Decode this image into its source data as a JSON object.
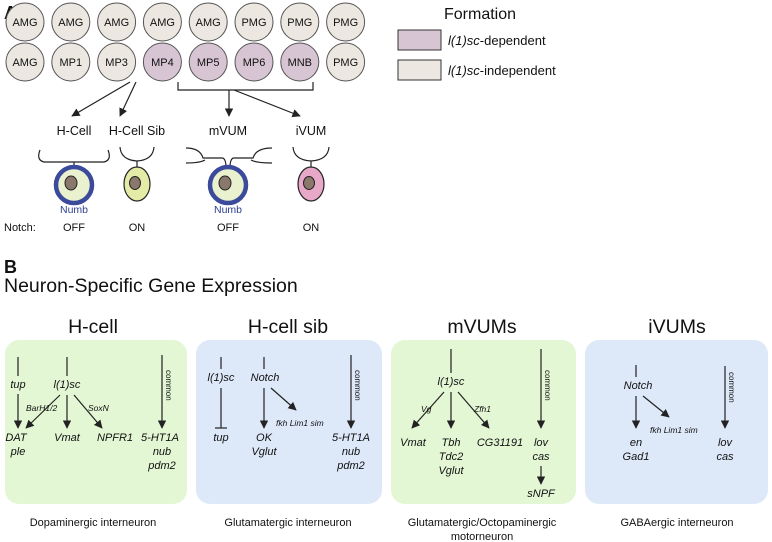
{
  "panelA": {
    "letter": "A",
    "row1": [
      "AMG",
      "AMG",
      "AMG",
      "AMG",
      "AMG",
      "PMG",
      "PMG",
      "PMG"
    ],
    "row2": [
      "AMG",
      "MP1",
      "MP3",
      "MP4",
      "MP5",
      "MP6",
      "MNB",
      "PMG"
    ],
    "row2_dependent": [
      false,
      false,
      false,
      true,
      true,
      true,
      true,
      false
    ],
    "legend": {
      "title": "Formation",
      "dependent_gene": "l(1)sc",
      "dependent_suffix": "-dependent",
      "independent_gene": "l(1)sc",
      "independent_suffix": "-independent"
    },
    "neurons": [
      {
        "label": "H-Cell",
        "numb": "Numb",
        "notch": "OFF"
      },
      {
        "label": "H-Cell Sib",
        "numb": "",
        "notch": "ON"
      },
      {
        "label": "mVUM",
        "numb": "Numb",
        "notch": "OFF"
      },
      {
        "label": "iVUM",
        "numb": "",
        "notch": "ON"
      }
    ],
    "notch_label": "Notch:"
  },
  "panelB": {
    "letter": "B",
    "title": "Neuron-Specific Gene Expression",
    "boxes": [
      {
        "title": "H-cell",
        "caption": "Dopaminergic interneuron",
        "genes": {
          "tup": "tup",
          "l1sc": "l(1)sc",
          "barh": "BarH1/2",
          "soxn": "SoxN",
          "dat": "DAT",
          "ple": "ple",
          "vmat": "Vmat",
          "npfr1": "NPFR1",
          "common": "common",
          "ht1a": "5-HT1A",
          "nub": "nub",
          "pdm2": "pdm2"
        }
      },
      {
        "title": "H-cell sib",
        "caption": "Glutamatergic interneuron",
        "genes": {
          "l1sc": "l(1)sc",
          "tup": "tup",
          "notch": "Notch",
          "fkh": "fkh Lim1 sim",
          "ok": "OK",
          "vglut": "Vglut",
          "common": "common",
          "ht1a": "5-HT1A",
          "nub": "nub",
          "pdm2": "pdm2"
        }
      },
      {
        "title": "mVUMs",
        "caption_line1": "Glutamatergic/Octopaminergic",
        "caption_line2": "motorneuron",
        "genes": {
          "l1sc": "l(1)sc",
          "vg": "Vg",
          "zfh1": "Zfh1",
          "vmat": "Vmat",
          "tbh": "Tbh",
          "tdc2": "Tdc2",
          "vglut": "Vglut",
          "cg": "CG31191",
          "common": "common",
          "lov": "lov",
          "cas": "cas",
          "snpf": "sNPF"
        }
      },
      {
        "title": "iVUMs",
        "caption": "GABAergic interneuron",
        "genes": {
          "notch": "Notch",
          "fkh": "fkh Lim1 sim",
          "en": "en",
          "gad1": "Gad1",
          "common": "common",
          "lov": "lov",
          "cas": "cas"
        }
      }
    ]
  },
  "colors": {
    "independent_fill": "#ece8e1",
    "dependent_fill": "#d8c5d3",
    "green_box": "#e3f7d4",
    "blue_box": "#dde8f9",
    "numb_ring": "#3b4a9a",
    "hcell_inner": "#e9f1cf",
    "sib_cell": "#e3eba6",
    "ivum_cell": "#e7a9c7",
    "nucleus": "#8a786c"
  }
}
